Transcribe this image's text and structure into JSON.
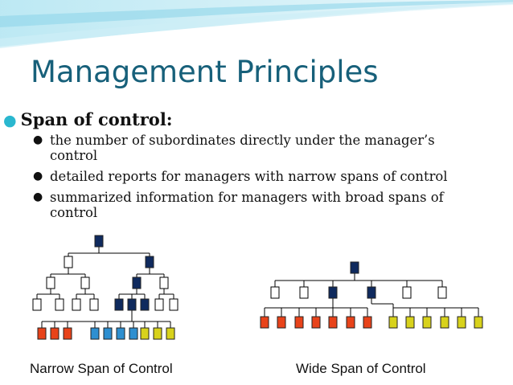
{
  "slide": {
    "title": "Management Principles",
    "bullet": {
      "label": "Span of control:",
      "subitems": [
        "the number of subordinates directly under the manager’s",
        "control",
        "detailed reports for managers with narrow spans of control",
        "summarized information for managers with broad spans of",
        "control"
      ]
    }
  },
  "diagrams": {
    "narrow_caption": "Narrow Span of Control",
    "wide_caption": "Wide Span of Control"
  },
  "colors": {
    "title": "#17607a",
    "bullet_dot": "#2ab7cf",
    "navy": "#0f2a5e",
    "red": "#e8431a",
    "blue": "#2e8fd0",
    "yellow": "#d8d21c",
    "white_box": "#ffffff"
  }
}
